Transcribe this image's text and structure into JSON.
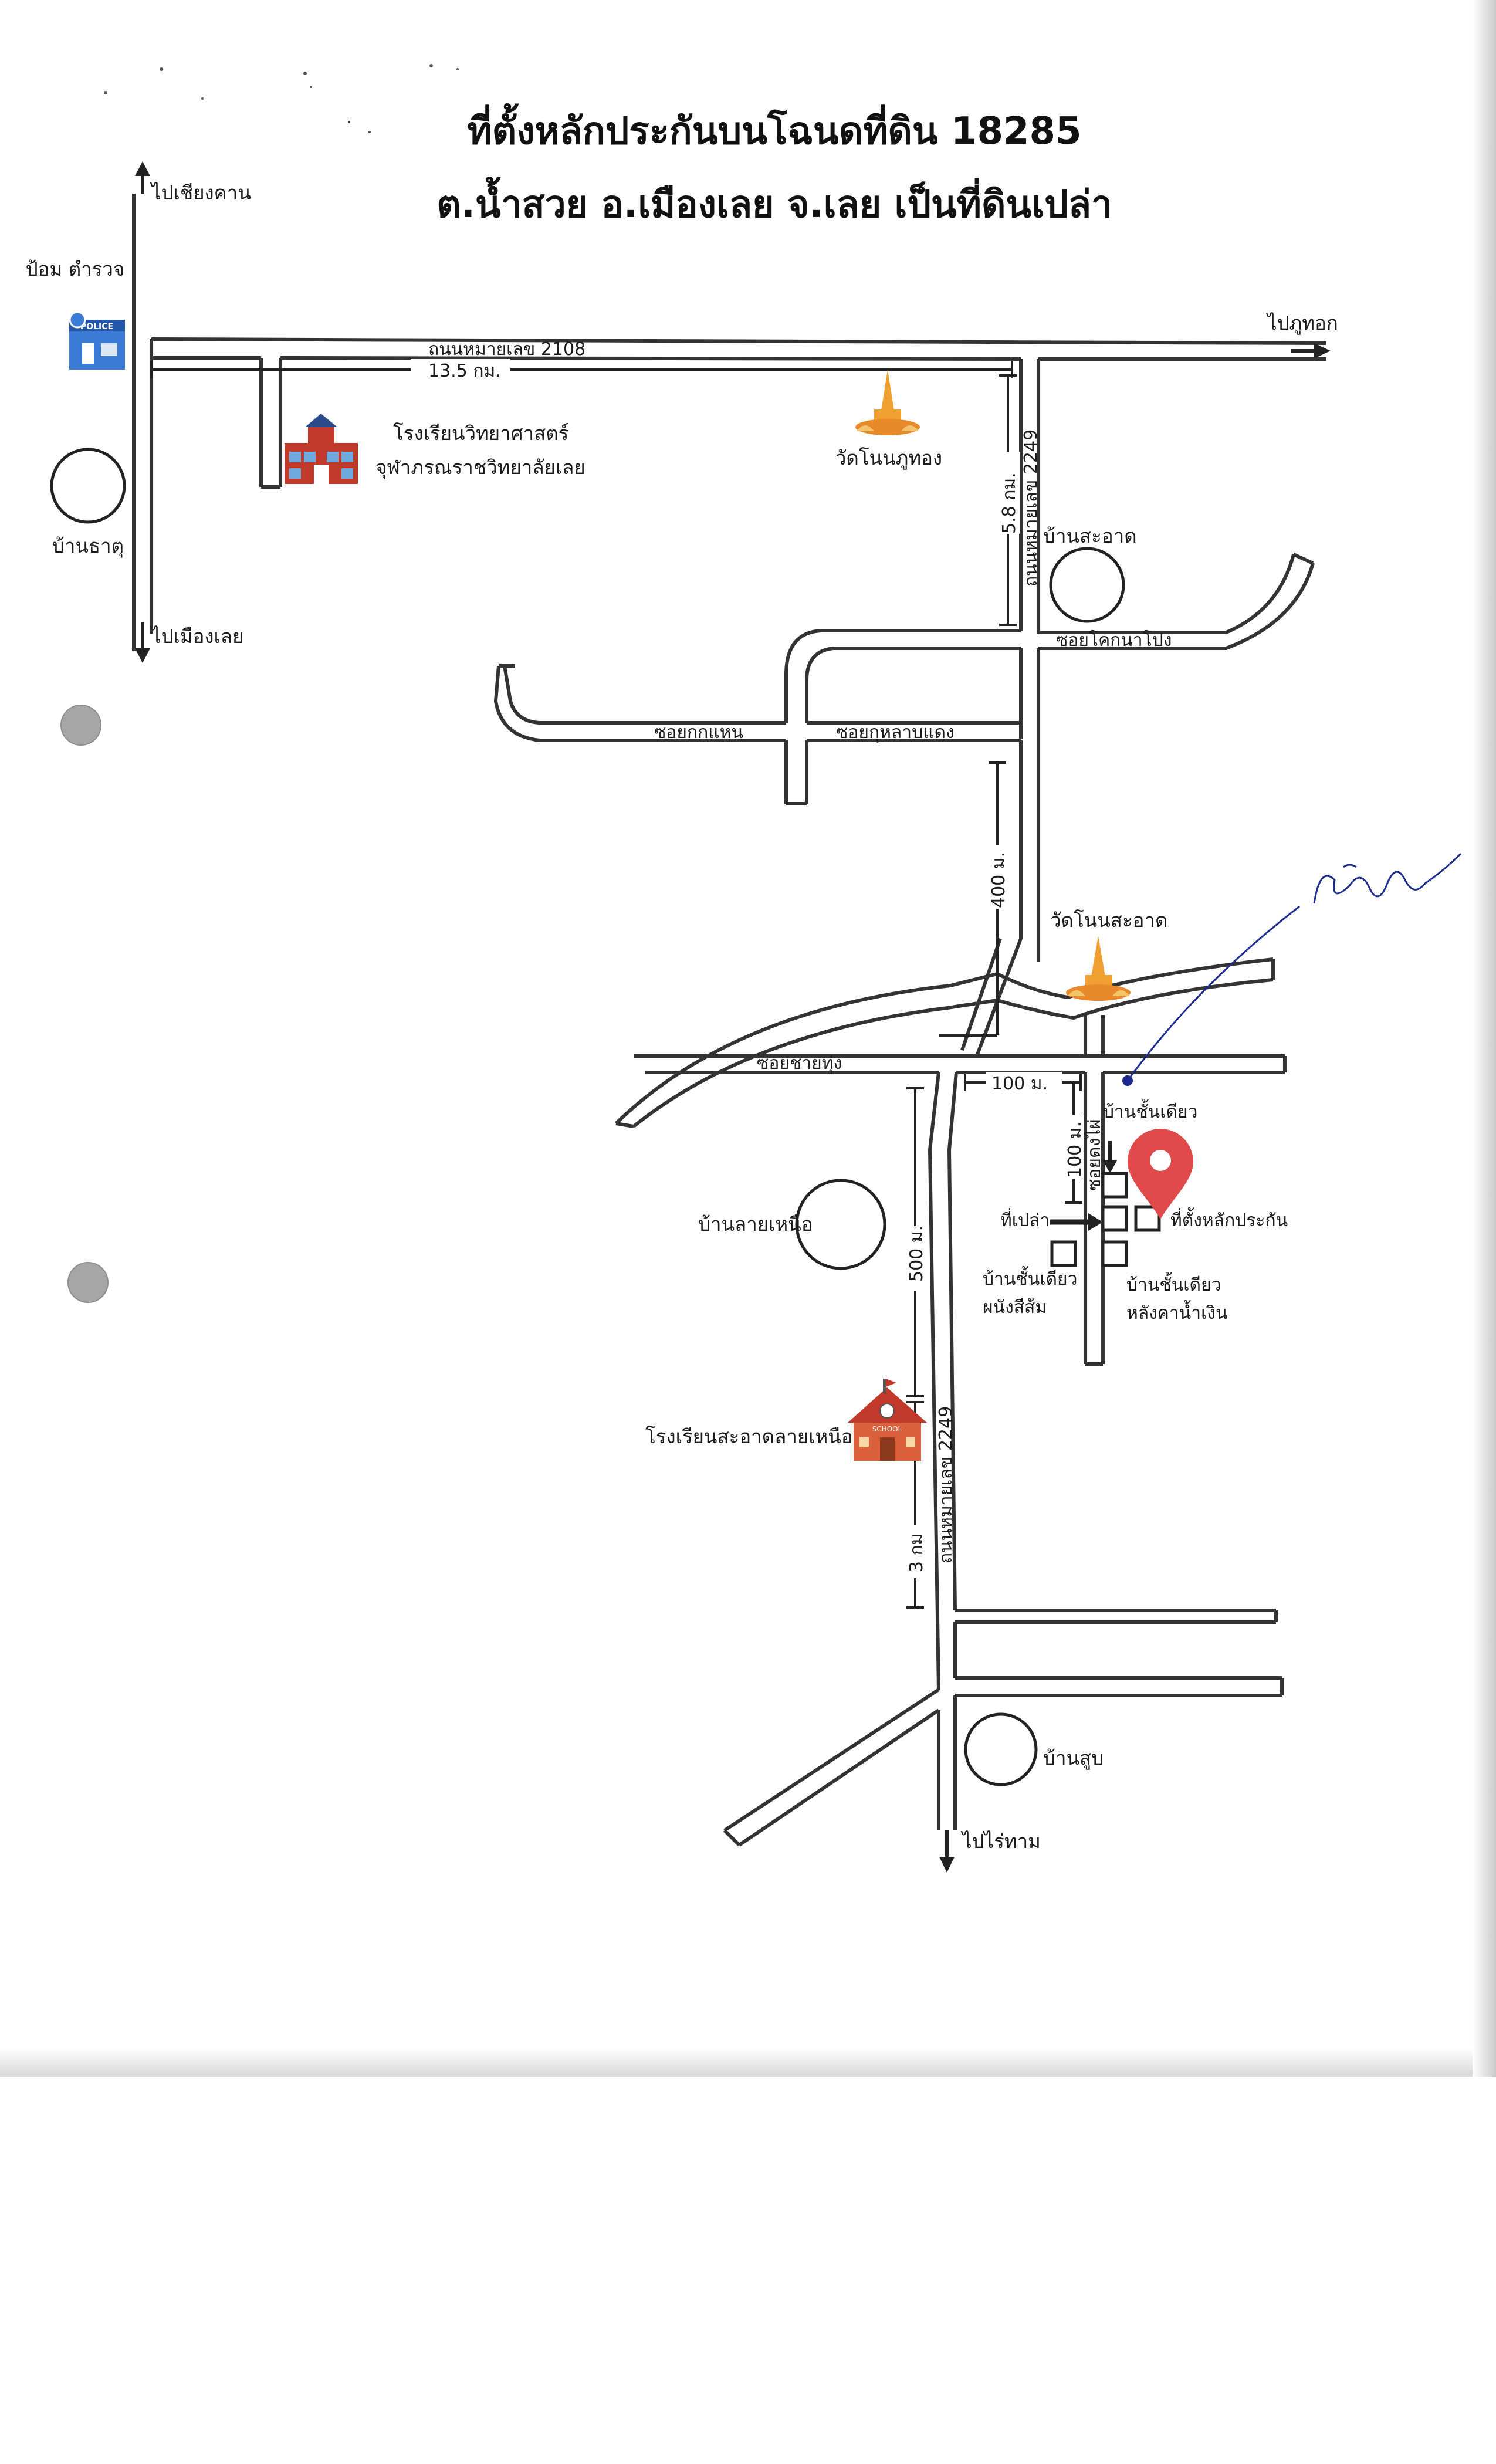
{
  "title": {
    "line1": "ที่ตั้งหลักประกันบนโฉนดที่ดิน 18285",
    "line2": "ต.น้ำสวย อ.เมืองเลย จ.เลย เป็นที่ดินเปล่า"
  },
  "directions": {
    "to_chiang_khan": "ไปเชียงคาน",
    "to_phu_thok": "ไปภูทอก",
    "to_mueang_loei": "ไปเมืองเลย",
    "to_rai_tham": "ไปไร่ทาม"
  },
  "roads": {
    "road_2108": "ถนนหมายเลข 2108",
    "road_2249_upper": "ถนนหมายเลข 2249",
    "road_2249_lower": "ถนนหมายเลข 2249",
    "soi_khok_na_pong": "ซอยโคกนาโปง",
    "soi_kok_haen": "ซอยกกแหน",
    "soi_kulap_daeng": "ซอยกุหลาบแดง",
    "soi_chai_thung": "ซอยชายทุ่ง",
    "soi_dong_phai": "ซอยดงไผ่"
  },
  "distances": {
    "d_13_5_km": "13.5 กม.",
    "d_5_8_km": "5.8 กม.",
    "d_400_m": "400 ม.",
    "d_100_m_horizontal": "100 ม.",
    "d_100_m_vertical": "100 ม.",
    "d_500_m": "500 ม.",
    "d_3_km": "3 กม"
  },
  "landmarks": {
    "police_box": "ป้อม ตำรวจ",
    "police_sign": "POLICE",
    "ban_that": "บ้านธาตุ",
    "science_school_line1": "โรงเรียนวิทยาศาสตร์",
    "science_school_line2": "จุฬาภรณราชวิทยาลัยเลย",
    "wat_non_phu_thong": "วัดโนนภูทอง",
    "ban_sa_at": "บ้านสะอาด",
    "wat_non_sa_at": "วัดโนนสะอาด",
    "ban_lai_nuea": "บ้านลายเหนือ",
    "school_sa_at_lai_nuea": "โรงเรียนสะอาดลายเหนือ",
    "school_sign": "SCHOOL",
    "ban_sup": "บ้านสูบ"
  },
  "plots": {
    "single_storey_top": "บ้านชั้นเดียว",
    "vacant_land": "ที่เปล่า",
    "collateral_location": "ที่ตั้งหลักประกัน",
    "single_storey_left_line1": "บ้านชั้นเดียว",
    "single_storey_left_line2": "ผนังสีส้ม",
    "single_storey_right_line1": "บ้านชั้นเดียว",
    "single_storey_right_line2": "หลังคาน้ำเงิน"
  },
  "colors": {
    "pin": "#e04a4a",
    "temple": "#f0a030",
    "school_brick": "#c0392b",
    "police_blue": "#3a7bd5",
    "signature_ink": "#1d2b8f"
  }
}
